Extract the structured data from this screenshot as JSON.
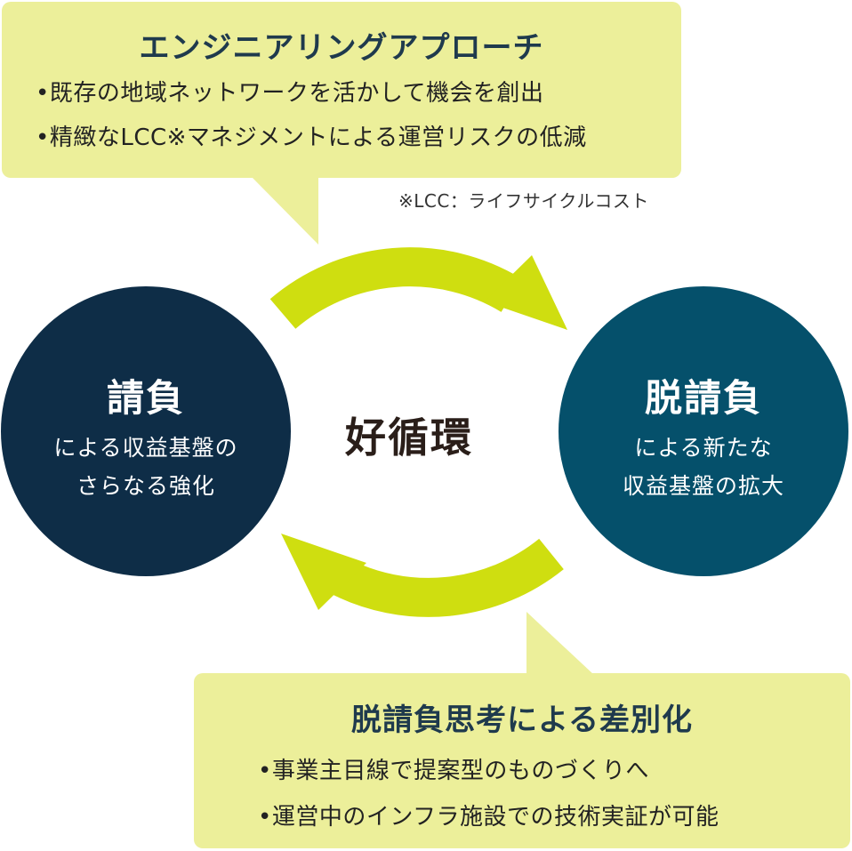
{
  "colors": {
    "callout_bg": "#ecef9a",
    "arrow": "#cfde10",
    "left_circle": "#0e2d47",
    "right_circle": "#05506b",
    "callout_title": "#1f3a4d"
  },
  "top_callout": {
    "title": "エンジニアリングアプローチ",
    "items": [
      "•既存の地域ネットワークを活かして機会を創出",
      "•精緻なLCC※マネジメントによる運営リスクの低減"
    ]
  },
  "footnote": "※LCC：ライフサイクルコスト",
  "left_node": {
    "title": "請負",
    "lines": [
      "による収益基盤の",
      "さらなる強化"
    ]
  },
  "center_label": "好循環",
  "right_node": {
    "title": "脱請負",
    "lines": [
      "による新たな",
      "収益基盤の拡大"
    ]
  },
  "bottom_callout": {
    "title": "脱請負思考による差別化",
    "items": [
      "•事業主目線で提案型のものづくりへ",
      "•運営中のインフラ施設での技術実証が可能"
    ]
  }
}
